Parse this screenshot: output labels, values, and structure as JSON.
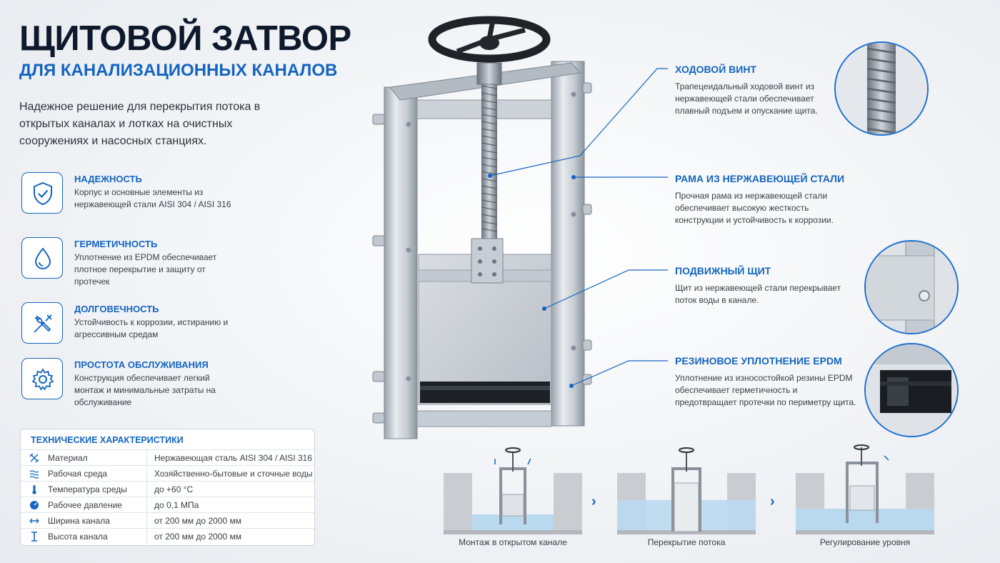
{
  "header": {
    "title": "ЩИТОВОЙ ЗАТВОР",
    "subtitle": "ДЛЯ КАНАЛИЗАЦИОННЫХ КАНАЛОВ",
    "intro": "Надежное решение для перекрытия потока в открытых каналах и лотках на очистных сооружениях и насосных станциях."
  },
  "features": [
    {
      "icon": "shield-check-icon",
      "title": "НАДЕЖНОСТЬ",
      "text": "Корпус и основные элементы из нержавеющей стали AISI 304 / AISI 316"
    },
    {
      "icon": "water-drop-icon",
      "title": "ГЕРМЕТИЧНОСТЬ",
      "text": "Уплотнение из EPDM обеспечивает плотное перекрытие и защиту от протечек"
    },
    {
      "icon": "tools-icon",
      "title": "ДОЛГОВЕЧНОСТЬ",
      "text": "Устойчивость к коррозии, истиранию и агрессивным средам"
    },
    {
      "icon": "gear-icon",
      "title": "ПРОСТОТА ОБСЛУЖИВАНИЯ",
      "text": "Конструкция обеспечивает легкий монтаж и минимальные затраты на обслуживание"
    }
  ],
  "specs": {
    "title": "ТЕХНИЧЕСКИЕ ХАРАКТЕРИСТИКИ",
    "rows": [
      {
        "icon": "material-icon",
        "label": "Материал",
        "value": "Нержавеющая сталь AISI 304 / AISI 316"
      },
      {
        "icon": "waves-icon",
        "label": "Рабочая среда",
        "value": "Хозяйственно-бытовые и сточные воды"
      },
      {
        "icon": "thermometer-icon",
        "label": "Температура среды",
        "value": "до +60 °C"
      },
      {
        "icon": "gauge-icon",
        "label": "Рабочее давление",
        "value": "до 0,1 МПа"
      },
      {
        "icon": "width-icon",
        "label": "Ширина канала",
        "value": "от 200 мм до 2000 мм"
      },
      {
        "icon": "height-icon",
        "label": "Высота канала",
        "value": "от 200 мм до 2000 мм"
      }
    ]
  },
  "callouts": [
    {
      "title": "ХОДОВОЙ ВИНТ",
      "text": "Трапецеидальный ходовой винт из нержавеющей стали обеспечивает плавный подъем и опускание щита."
    },
    {
      "title": "РАМА ИЗ НЕРЖАВЕЮЩЕЙ СТАЛИ",
      "text": "Прочная рама из нержавеющей стали обеспечивает высокую жесткость конструкции и устойчивость к коррозии."
    },
    {
      "title": "ПОДВИЖНЫЙ ЩИТ",
      "text": "Щит из нержавеющей стали перекрывает поток воды в канале."
    },
    {
      "title": "РЕЗИНОВОЕ УПЛОТНЕНИЕ EPDM",
      "text": "Уплотнение из износостойкой резины EPDM обеспечивает герметичность и предотвращает протечки по периметру щита."
    }
  ],
  "scenes": [
    {
      "label": "Монтаж в открытом канале"
    },
    {
      "label": "Перекрытие потока"
    },
    {
      "label": "Регулирование уровня"
    }
  ],
  "colors": {
    "accent": "#1565c0",
    "title": "#0e1a2b",
    "steel": "#c9ced5",
    "water": "#a9d2ee"
  }
}
